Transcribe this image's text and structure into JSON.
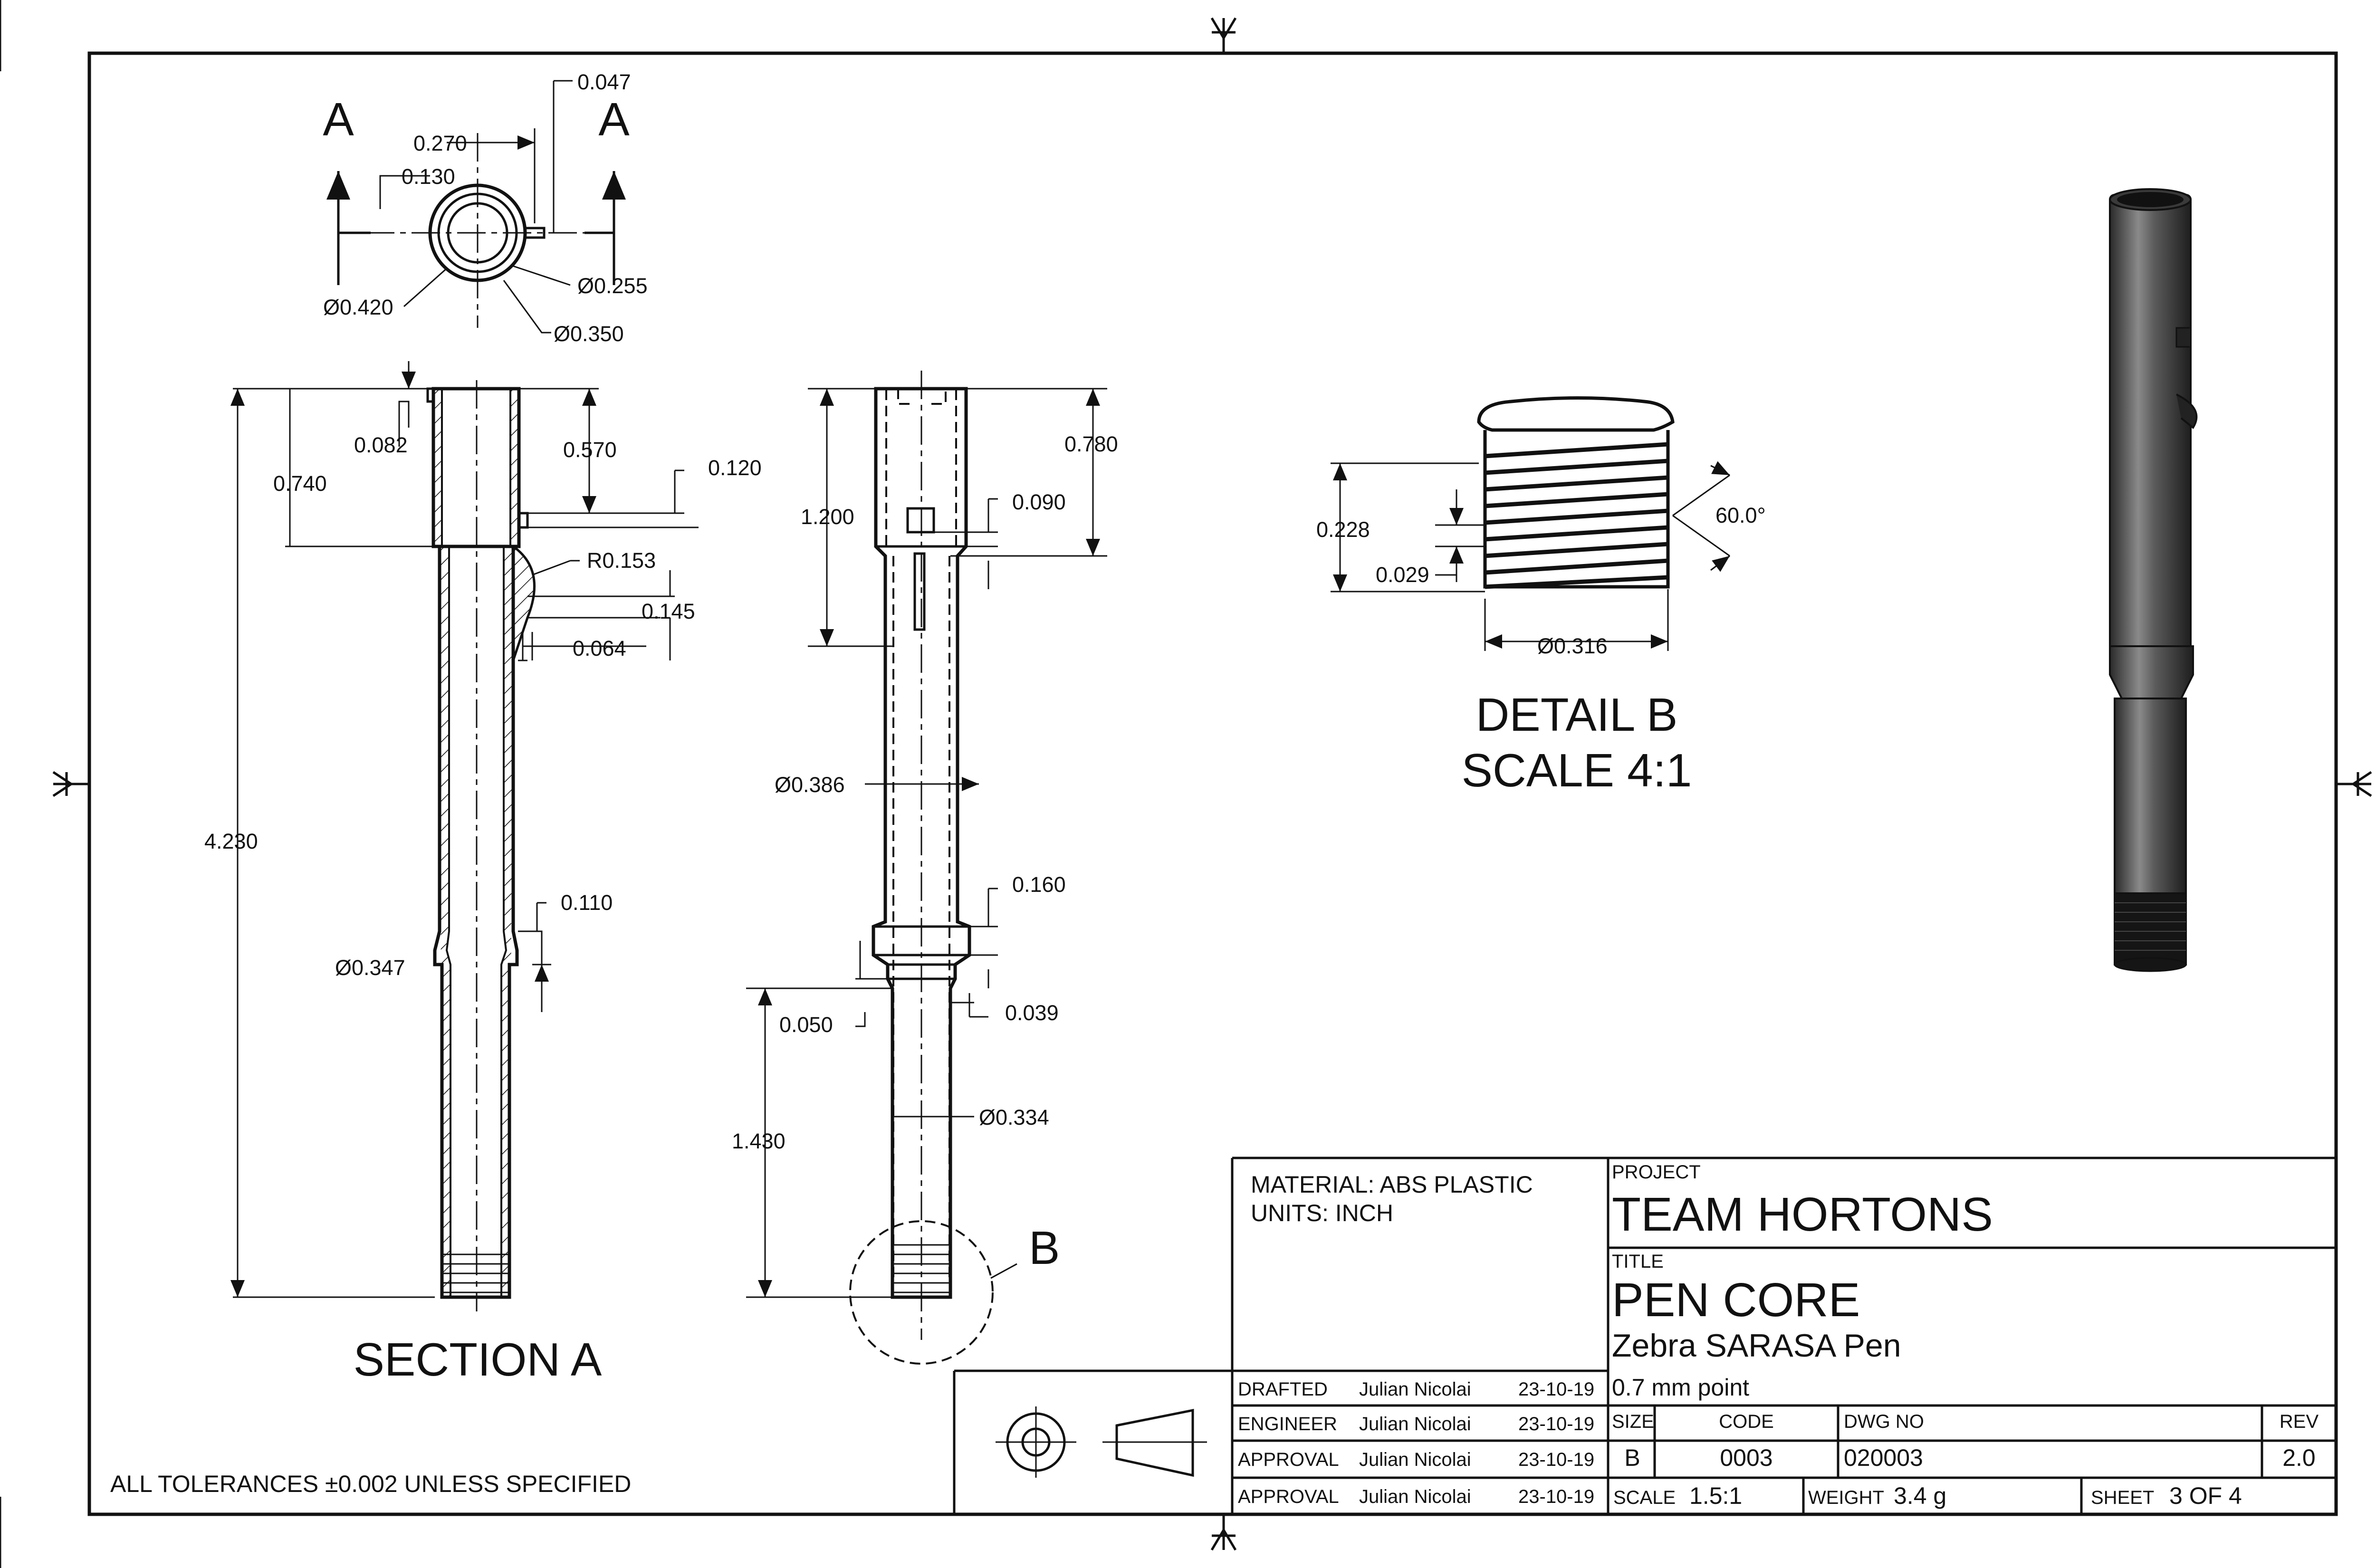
{
  "drawing": {
    "views": {
      "section_label": "SECTION A",
      "section_cut_letter_left": "A",
      "section_cut_letter_right": "A",
      "detail_label": "DETAIL B",
      "detail_scale": "SCALE 4:1",
      "detail_callout": "B"
    },
    "top_view_dims": {
      "d_0_047": "0.047",
      "d_0_270": "0.270",
      "d_0_130": "0.130",
      "dia_0_255": "Ø0.255",
      "dia_0_420": "Ø0.420",
      "dia_0_350": "Ø0.350"
    },
    "section_dims": {
      "d_0_082": "0.082",
      "d_0_740": "0.740",
      "d_0_570": "0.570",
      "d_0_120": "0.120",
      "r_0_153": "R0.153",
      "d_0_145": "0.145",
      "d_0_064": "0.064",
      "d_4_230": "4.230",
      "d_0_110": "0.110",
      "dia_0_347": "Ø0.347"
    },
    "side_view_dims": {
      "d_0_780": "0.780",
      "d_1_200": "1.200",
      "d_0_090": "0.090",
      "dia_0_386": "Ø0.386",
      "d_0_160": "0.160",
      "d_0_050": "0.050",
      "d_0_039": "0.039",
      "d_1_430": "1.430",
      "dia_0_334": "Ø0.334"
    },
    "detail_dims": {
      "d_0_228": "0.228",
      "d_0_029": "0.029",
      "angle_60": "60.0°",
      "dia_0_316": "Ø0.316"
    },
    "tolerance_note": "ALL TOLERANCES ±0.002 UNLESS SPECIFIED"
  },
  "title_block": {
    "material": "MATERIAL: ABS PLASTIC",
    "units": "UNITS: INCH",
    "project_label": "PROJECT",
    "project": "TEAM HORTONS",
    "title_label": "TITLE",
    "title": "PEN CORE",
    "subtitle": "Zebra SARASA Pen",
    "point": "0.7 mm point",
    "drafted_label": "DRAFTED",
    "drafted_name": "Julian Nicolai",
    "drafted_date": "23-10-19",
    "engineer_label": "ENGINEER",
    "engineer_name": "Julian Nicolai",
    "engineer_date": "23-10-19",
    "approval1_label": "APPROVAL",
    "approval1_name": "Julian Nicolai",
    "approval1_date": "23-10-19",
    "approval2_label": "APPROVAL",
    "approval2_name": "Julian Nicolai",
    "approval2_date": "23-10-19",
    "size_label": "SIZE",
    "size": "B",
    "code_label": "CODE",
    "code": "0003",
    "dwg_label": "DWG NO",
    "dwg_no": "020003",
    "rev_label": "REV",
    "rev": "2.0",
    "scale_label": "SCALE",
    "scale": "1.5:1",
    "weight_label": "WEIGHT",
    "weight": "3.4 g",
    "sheet_label": "SHEET",
    "sheet": "3 OF 4"
  },
  "icons": {
    "projection": "third-angle-projection-icon",
    "iso_render": "pen-core-3d-render"
  }
}
